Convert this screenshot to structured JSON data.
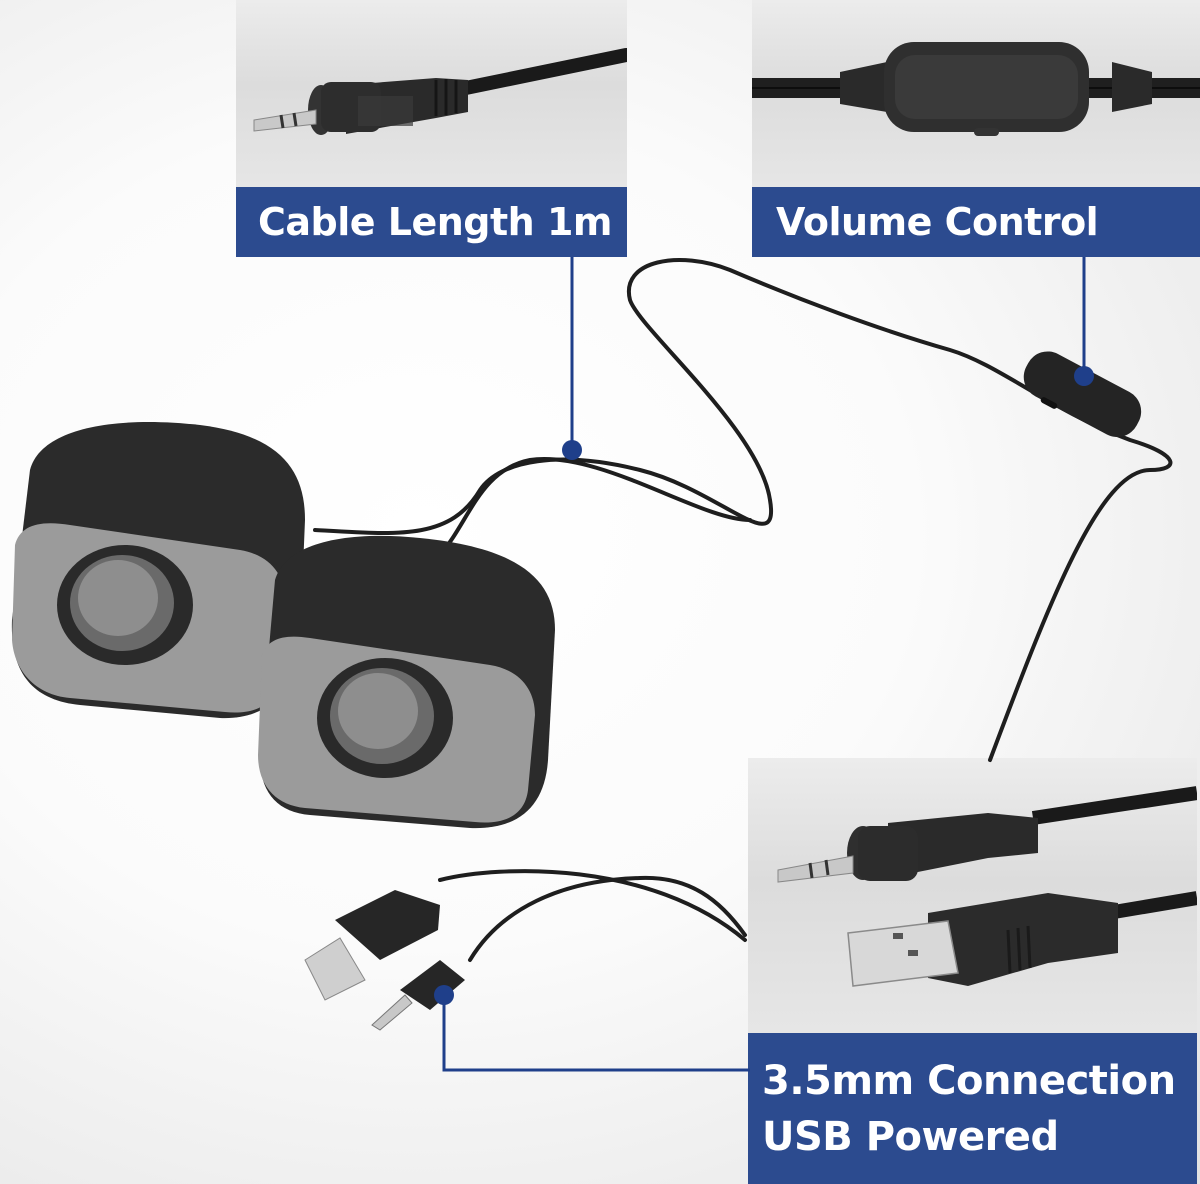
{
  "colors": {
    "label_bg": "#2c4b8f",
    "label_text": "#ffffff",
    "callout_line": "#1f3f8a",
    "speaker_body": "#2b2b2b",
    "speaker_face": "#9b9b9b",
    "cable": "#1e1e1e"
  },
  "callouts": [
    {
      "id": "cable-length",
      "label": "Cable Length 1m",
      "inset": "3.5mm audio jack close-up"
    },
    {
      "id": "volume-control",
      "label": "Volume Control",
      "inset": "inline volume control close-up"
    },
    {
      "id": "connection",
      "label_lines": [
        "3.5mm Connection",
        "USB Powered"
      ],
      "inset": "3.5mm jack and USB-A plug close-up"
    }
  ],
  "product": {
    "items": [
      "left speaker",
      "right speaker",
      "USB-A plug",
      "3.5mm jack",
      "inline volume control"
    ]
  }
}
